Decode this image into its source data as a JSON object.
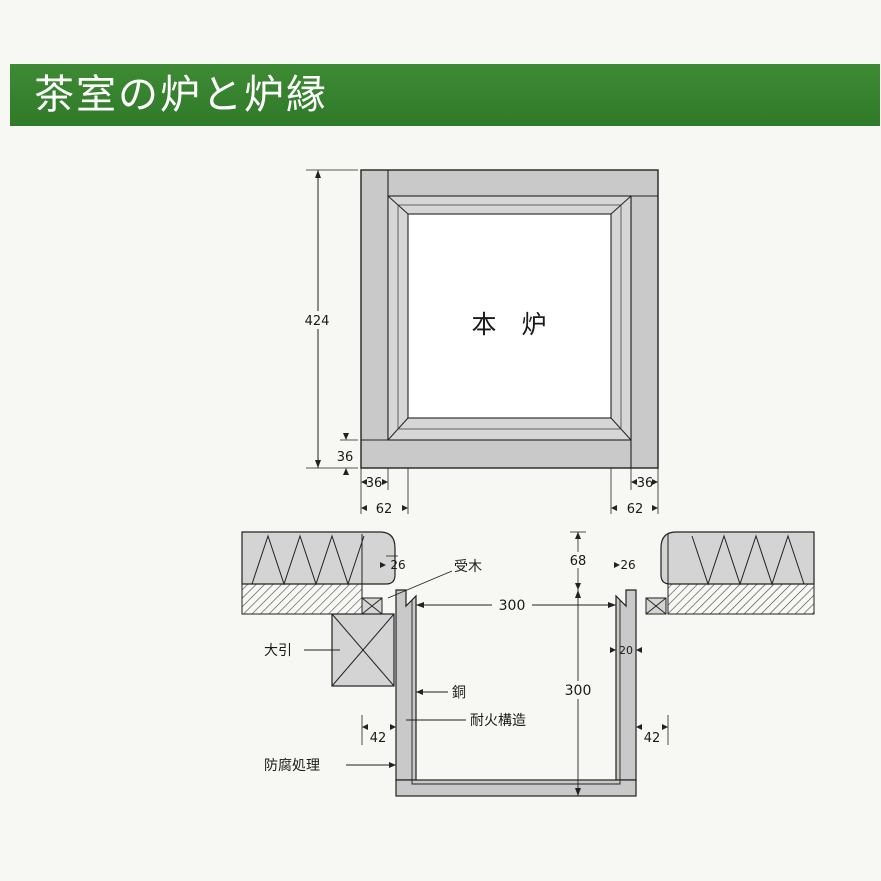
{
  "header": {
    "title": "茶室の炉と炉縁",
    "color": "#2f7a28"
  },
  "plan_view": {
    "center_label": "本　炉",
    "dim_height": "424",
    "dim_rim_bottom": "36",
    "dim_rim_left": "36",
    "dim_outer_left": "62",
    "dim_rim_right": "36",
    "dim_outer_right": "62"
  },
  "section_view": {
    "label_ukegi": "受木",
    "label_obiki": "大引",
    "label_copper": "銅",
    "label_fireproof": "耐火構造",
    "label_rotproof": "防腐処理",
    "dim_width": "300",
    "dim_depth": "300",
    "dim_top": "68",
    "dim_lip_left": "26",
    "dim_lip_right": "26",
    "dim_wall": "20",
    "dim_left_42": "42",
    "dim_right_42": "42"
  },
  "colors": {
    "frame_fill": "#c9c9c9",
    "line": "#222222"
  }
}
